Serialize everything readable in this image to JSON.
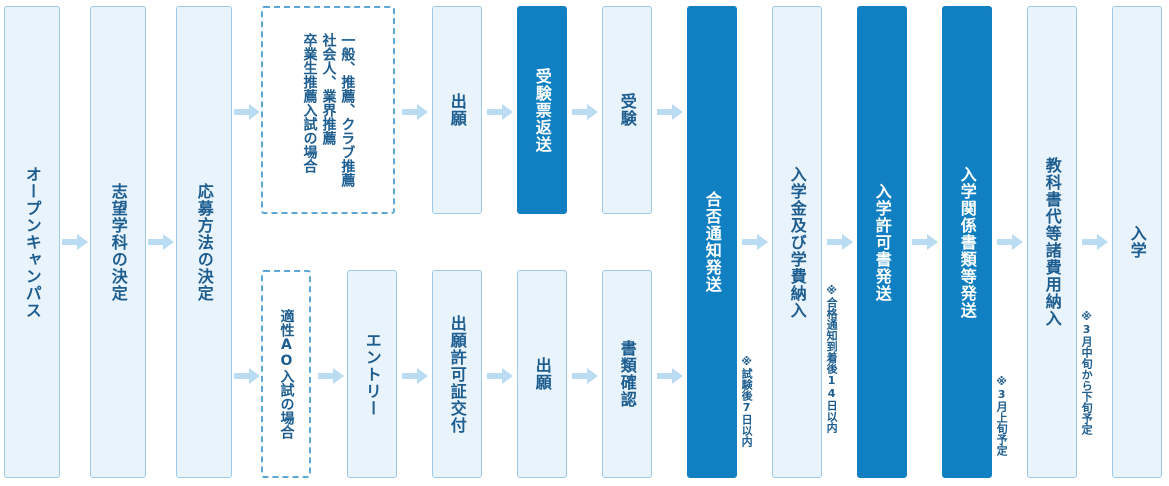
{
  "steps": {
    "open_campus": "オープンキャンパス",
    "decide_dept": "志望学科の決定",
    "decide_method": "応募方法の決定",
    "general_route": "一般、推薦、クラブ推薦\n社会人、業界推薦\n卒業生推薦入試の場合",
    "ao_route": "適性AO入試の場合",
    "apply_top": "出願",
    "exam_ticket": "受験票返送",
    "exam": "受験",
    "entry": "エントリー",
    "apply_permit": "出願許可証交付",
    "apply_bottom": "出願",
    "document_check": "書類確認",
    "pass_notice": "合否通知発送",
    "payment": "入学金及び学費納入",
    "permit_send": "入学許可書発送",
    "docs_send": "入学関係書類等発送",
    "textbook_pay": "教科書代等諸費用納入",
    "enroll": "入学"
  },
  "notes": {
    "pass_notice": "※試験後7日以内",
    "payment": "※合格通知到着後14日以内",
    "docs_send": "※3月上旬予定",
    "textbook_pay": "※3月中旬から下旬予定"
  },
  "colors": {
    "light_fill": "#e9f3fb",
    "dark_fill": "#1080c3",
    "text": "#1d5d8f",
    "arrow": "#b9dcf2"
  }
}
